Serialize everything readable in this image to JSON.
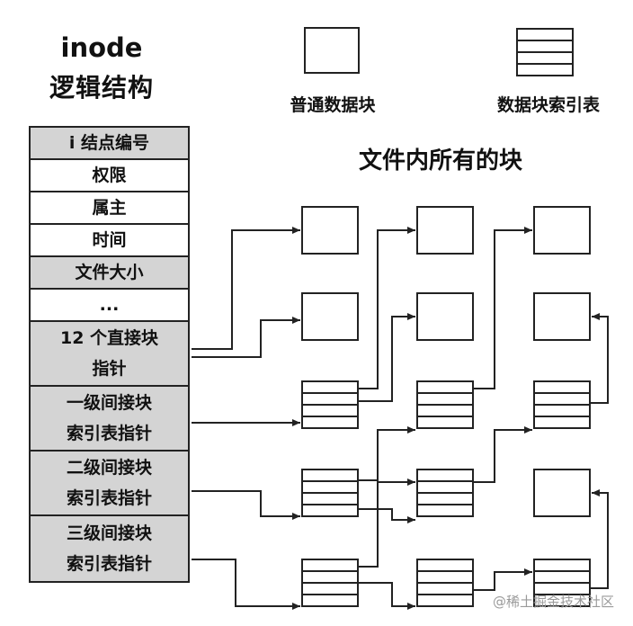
{
  "inode_title": "inode",
  "inode_subtitle": "逻辑结构",
  "legend": {
    "plain_block": "普通数据块",
    "index_block": "数据块索引表"
  },
  "blocks_title": "文件内所有的块",
  "inode_rows": [
    {
      "lines": [
        "i 结点编号"
      ],
      "shaded": true
    },
    {
      "lines": [
        "权限"
      ],
      "shaded": false
    },
    {
      "lines": [
        "属主"
      ],
      "shaded": false
    },
    {
      "lines": [
        "时间"
      ],
      "shaded": false
    },
    {
      "lines": [
        "文件大小"
      ],
      "shaded": true
    },
    {
      "lines": [
        "..."
      ],
      "shaded": false
    },
    {
      "lines": [
        "12 个直接块",
        "指针"
      ],
      "shaded": true
    },
    {
      "lines": [
        "一级间接块",
        "索引表指针"
      ],
      "shaded": true
    },
    {
      "lines": [
        "二级间接块",
        "索引表指针"
      ],
      "shaded": true
    },
    {
      "lines": [
        "三级间接块",
        "索引表指针"
      ],
      "shaded": true
    }
  ],
  "watermark": "@稀土掘金技术社区",
  "colors": {
    "shade": "#d4d4d4",
    "line": "#222222"
  }
}
